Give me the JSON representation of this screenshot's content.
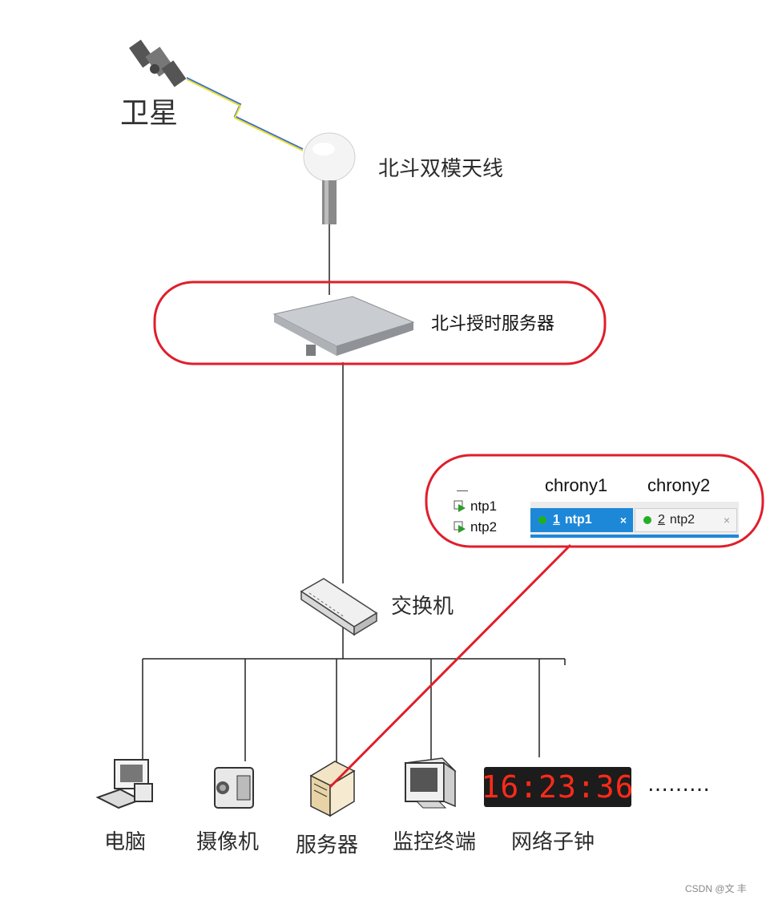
{
  "nodes": {
    "satellite": "卫星",
    "antenna": "北斗双模天线",
    "time_server": "北斗授时服务器",
    "switch": "交换机",
    "computer": "电脑",
    "camera": "摄像机",
    "server": "服务器",
    "monitor": "监控终端",
    "clock": "网络子钟",
    "ellipsis": "………"
  },
  "clock_display": "16:23:36",
  "inset": {
    "list_items": [
      "ntp1",
      "ntp2"
    ],
    "chrony_labels": [
      "chrony1",
      "chrony2"
    ],
    "tabs": [
      {
        "index": "1",
        "label": "ntp1",
        "close": "×",
        "active": true
      },
      {
        "index": "2",
        "label": "ntp2",
        "close": "×",
        "active": false
      }
    ]
  },
  "watermark": "CSDN @文  丰",
  "colors": {
    "highlight": "#e01e2b",
    "tab_active": "#1e88d8",
    "status_dot": "#22b022",
    "clock_digits": "#ff2a1a"
  }
}
